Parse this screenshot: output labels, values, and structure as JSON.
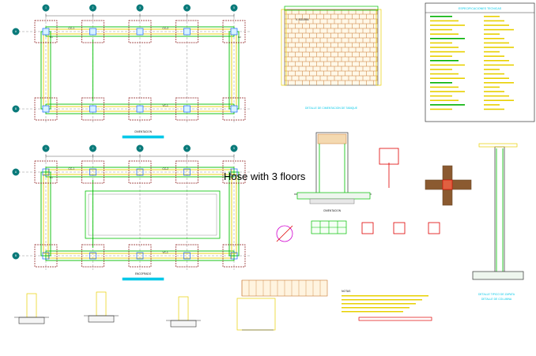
{
  "overlay": {
    "caption": "Hose with 3 floors"
  },
  "colors": {
    "grid": "#0a7a7a",
    "footing": "#8b1a1a",
    "beam_green": "#00c000",
    "beam_yellow": "#e8d000",
    "dim": "#333333",
    "title_cyan": "#00c8e8",
    "brick": "#c87830",
    "red": "#e00000",
    "magenta": "#d000d0"
  },
  "labels": {
    "axis_numbers_top": [
      "1",
      "2",
      "3",
      "4",
      "5"
    ],
    "axis_letters_left": [
      "A",
      "B"
    ],
    "specs_title": "ESPECIFICACIONES TECNICAS",
    "detail_title_1": "DETALLE DE CIMENTACION DE TABIQUE",
    "detail_title_2": "DETALLE TIPICO DE ZAPATA",
    "detail_title_3": "DETALLE DE COLUMNA",
    "notes_title": "NOTAS",
    "tag_plan_1": "CIMENTACION",
    "tag_plan_2": "ENCOFRADO",
    "beam_codes": [
      "CC-1",
      "CC-2",
      "VC-1",
      "VC-2"
    ],
    "col_codes": [
      "C1",
      "C2"
    ],
    "sobre": "V. SOLERA"
  }
}
